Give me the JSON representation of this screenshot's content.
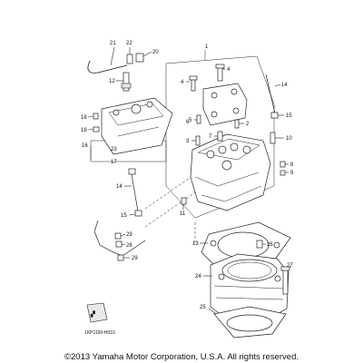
{
  "diagram": {
    "part_numbers": {
      "p1": "1",
      "p2": "2",
      "p3": "3",
      "p4": "4",
      "p5": "5",
      "p6": "6",
      "p7": "7",
      "p8": "8",
      "p9": "9",
      "p10": "10",
      "p11": "11",
      "p12": "12",
      "p13": "13",
      "p14a": "14",
      "p14b": "14",
      "p15a": "15",
      "p15b": "15",
      "p16": "16",
      "p17": "17",
      "p18": "18",
      "p19": "19",
      "p20": "20",
      "p21": "21",
      "p22": "22",
      "p23": "23",
      "p24": "24",
      "p25": "25",
      "p26": "26",
      "p27": "27",
      "p28": "28",
      "p29": "29"
    },
    "drawing_code": "1KP1100-H010",
    "copyright": "©2013 Yamaha Motor Corporation, U.S.A. All rights reserved."
  }
}
